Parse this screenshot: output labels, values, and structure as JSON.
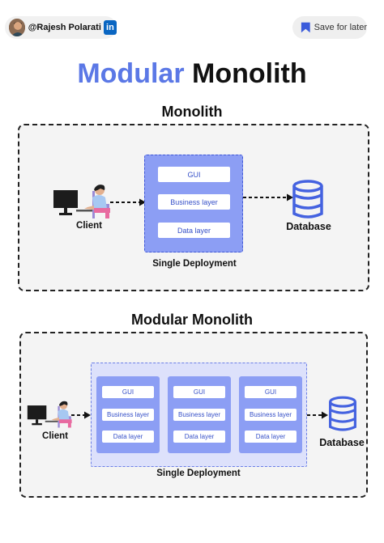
{
  "header": {
    "author": "@Rajesh Polarati",
    "linkedin_glyph": "in",
    "save_label": "Save for later"
  },
  "title": {
    "part1": "Modular",
    "part2": "Monolith"
  },
  "monolith": {
    "heading": "Monolith",
    "client_label": "Client",
    "database_label": "Database",
    "deployment_label": "Single Deployment",
    "layers": [
      "GUI",
      "Business layer",
      "Data layer"
    ]
  },
  "modular": {
    "heading": "Modular Monolith",
    "client_label": "Client",
    "database_label": "Database",
    "deployment_label": "Single Deployment",
    "modules": [
      {
        "layers": [
          "GUI",
          "Business layer",
          "Data layer"
        ]
      },
      {
        "layers": [
          "GUI",
          "Business layer",
          "Data layer"
        ]
      },
      {
        "layers": [
          "GUI",
          "Business layer",
          "Data layer"
        ]
      }
    ]
  },
  "colors": {
    "accent": "#5b78e6",
    "module_fill": "#8c9ef4",
    "layer_text": "#3650c8",
    "database": "#4462e0"
  }
}
